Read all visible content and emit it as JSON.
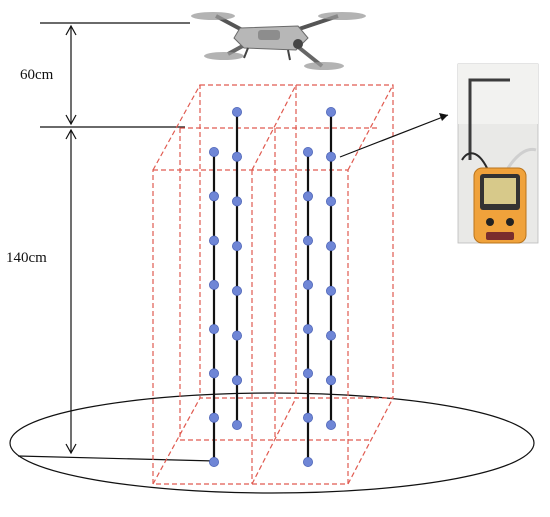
{
  "labels": {
    "dim_upper": "60cm",
    "dim_lower": "140cm"
  },
  "icons": {
    "drone": "drone-icon",
    "device": "handheld-anemometer-photo"
  },
  "colors": {
    "cage": "#e05a50",
    "sensor": "#6f86d6",
    "line": "#111111"
  },
  "sensor_columns": [
    {
      "name": "front-left",
      "count": 8
    },
    {
      "name": "back-left",
      "count": 8
    },
    {
      "name": "front-right",
      "count": 8
    },
    {
      "name": "back-right",
      "count": 8
    }
  ]
}
